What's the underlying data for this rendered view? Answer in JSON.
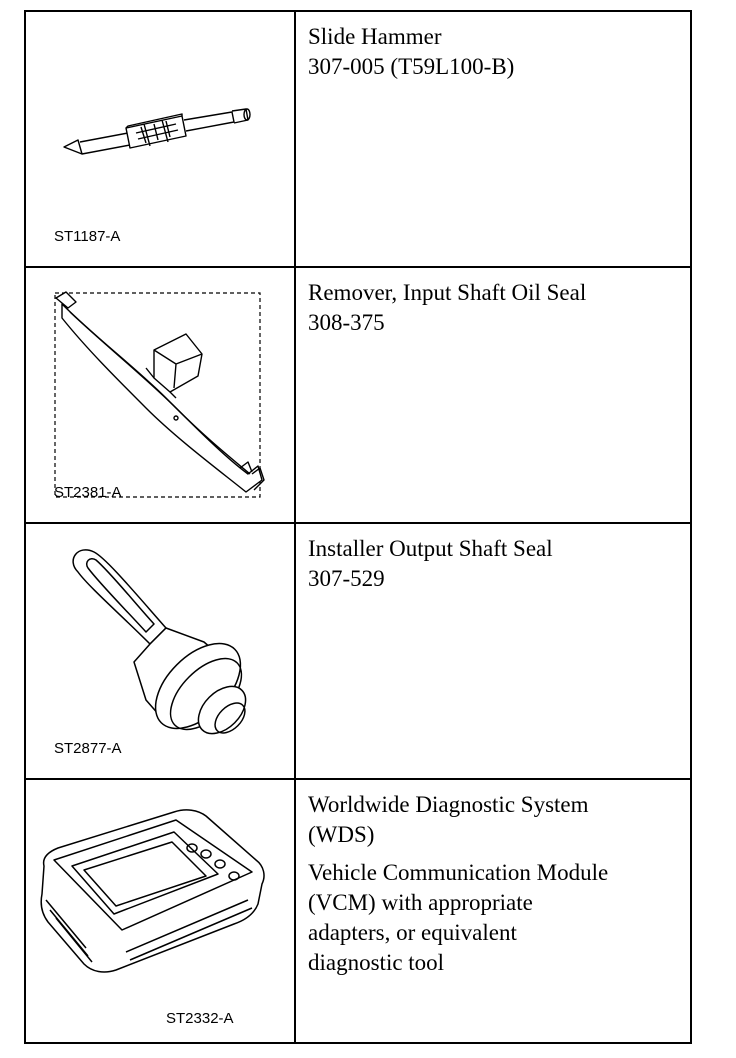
{
  "tools": [
    {
      "figure_code": "ST1187-A",
      "lines": [
        "Slide Hammer",
        "307-005 (T59L100-B)"
      ],
      "icon": "slide-hammer-icon"
    },
    {
      "figure_code": "ST2381-A",
      "lines": [
        "Remover, Input Shaft Oil Seal",
        "308-375"
      ],
      "icon": "seal-remover-icon"
    },
    {
      "figure_code": "ST2877-A",
      "lines": [
        "Installer Output Shaft Seal",
        "307-529"
      ],
      "icon": "seal-installer-icon"
    },
    {
      "figure_code": "ST2332-A",
      "lines": [
        "Worldwide Diagnostic System",
        "(WDS)"
      ],
      "lines2": [
        "Vehicle Communication Module",
        "(VCM) with appropriate",
        "adapters, or equivalent",
        "diagnostic tool"
      ],
      "icon": "diagnostic-device-icon"
    }
  ]
}
